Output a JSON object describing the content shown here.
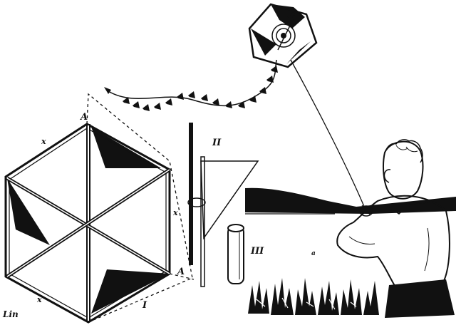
{
  "figure": {
    "labels": {
      "vertex_top": "A",
      "vertex_right": "A",
      "part_one": "I",
      "part_two": "II",
      "part_three": "III",
      "mark_x": "x",
      "mark_small": "a"
    },
    "signature": "Lin"
  },
  "colors": {
    "ink": "#111111",
    "paper": "#ffffff"
  }
}
